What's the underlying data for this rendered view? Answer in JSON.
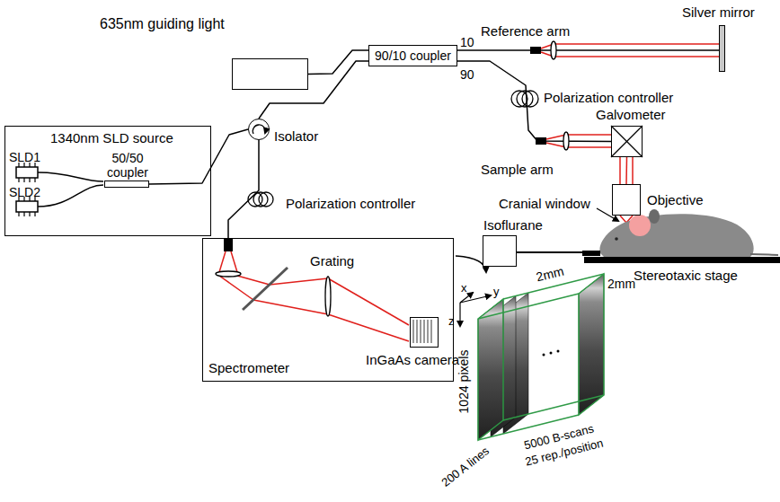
{
  "diagram": {
    "nodes": [
      {
        "text": [
          "635nm guiding light"
        ]
      },
      {
        "text": [
          "1340nm SLD source"
        ]
      },
      {
        "text": [
          "50/50 coupler"
        ],
        "in": 1
      },
      {
        "text": [
          "Isolator"
        ]
      },
      {
        "text": [
          "90/10 coupler"
        ]
      },
      {
        "text": [
          "Silver mirror"
        ]
      },
      {
        "text": [
          "Galvometer"
        ]
      },
      {
        "text": [
          "Objective"
        ]
      },
      {
        "text": [
          "Isoflurane"
        ]
      },
      {
        "text": [
          "Spectrometer"
        ]
      },
      {
        "text": [
          "InGaAs camera"
        ],
        "in": 9
      }
    ],
    "edges": [
      {
        "from": 0,
        "to": 4,
        "arrow": "none"
      },
      {
        "from": 2,
        "to": 3,
        "arrow": "none"
      },
      {
        "from": 3,
        "to": 4,
        "arrow": "none"
      },
      {
        "from": 3,
        "to": 9,
        "arrow": "none"
      },
      {
        "from": 4,
        "to": 5,
        "arrow": "none"
      },
      {
        "from": 4,
        "to": 6,
        "arrow": "none"
      },
      {
        "from": 6,
        "to": 7,
        "arrow": "none"
      }
    ],
    "labels": [
      "SLD1",
      "SLD2",
      "10",
      "90",
      "Reference arm",
      "Polarization controller",
      "Sample arm",
      "Cranial window",
      "Stereotaxic stage",
      "Polarization controller",
      "Grating",
      "x",
      "y",
      "z",
      "2mm",
      "2mm",
      "1024 pixels",
      "200 A lines",
      "5000 B-scans",
      "25 rep./position"
    ]
  }
}
